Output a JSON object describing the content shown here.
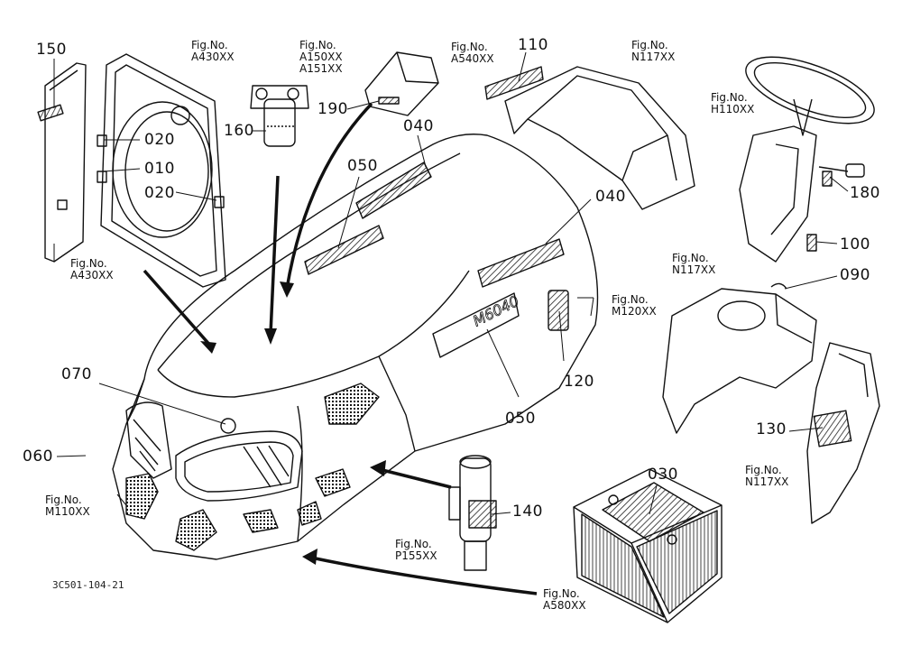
{
  "diagram_code": "3C501-104-21",
  "callouts": {
    "c150": "150",
    "c020a": "020",
    "c010": "010",
    "c020b": "020",
    "c160": "160",
    "c190": "190",
    "c040a": "040",
    "c050a": "050",
    "c110": "110",
    "c040b": "040",
    "c180": "180",
    "c100": "100",
    "c090": "090",
    "c120": "120",
    "c050b": "050",
    "c070": "070",
    "c060": "060",
    "c130": "130",
    "c030": "030",
    "c140": "140"
  },
  "figrefs": {
    "fig_label": "Fig.No.",
    "f_a430_top": "A430XX",
    "f_a150": "A150XX",
    "f_a151": "A151XX",
    "f_a540": "A540XX",
    "f_n117_top": "N117XX",
    "f_h110": "H110XX",
    "f_a430_bot": "A430XX",
    "f_n117_mid": "N117XX",
    "f_m120": "M120XX",
    "f_m110": "M110XX",
    "f_p155": "P155XX",
    "f_a580": "A580XX",
    "f_n117_bot": "N117XX"
  },
  "hood_badge": "M6040"
}
